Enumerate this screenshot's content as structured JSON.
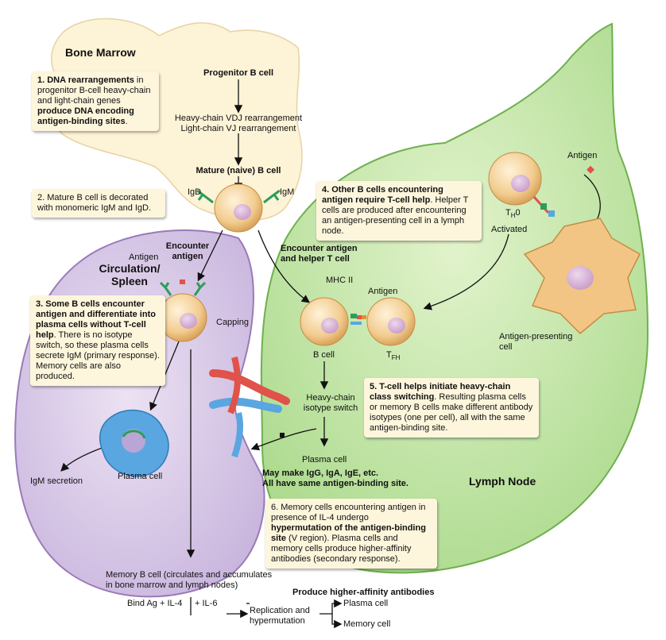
{
  "regions": {
    "bone_marrow": "Bone Marrow",
    "circulation_spleen": "Circulation/\nSpleen",
    "lymph_node": "Lymph Node"
  },
  "labels": {
    "progenitor": "Progenitor B cell",
    "rearrangement_1": "Heavy-chain VDJ rearrangement",
    "rearrangement_2": "Light-chain VJ rearrangement",
    "mature": "Mature (naive) B cell",
    "igd": "IgD",
    "igm": "IgM",
    "encounter_antigen": "Encounter\nantigen",
    "antigen_left": "Antigen",
    "capping": "Capping",
    "encounter_help": "Encounter antigen\nand helper T cell",
    "mhc2": "MHC II",
    "antigen_mid": "Antigen",
    "b_cell": "B cell",
    "tfh": "T",
    "tfh_sub": "FH",
    "th0": "T",
    "th0_sub": "H",
    "th0_tail": "0",
    "activated": "Activated",
    "antigen_right": "Antigen",
    "apc": "Antigen-presenting\ncell",
    "isotype_switch": "Heavy-chain\nisotype switch",
    "plasma_cell": "Plasma cell",
    "may_make": "May make IgG, IgA, IgE, etc.\nAll have same antigen-binding site.",
    "igm_secretion": "IgM secretion",
    "plasma_cell_left": "Plasma cell",
    "memory": "Memory B cell (circulates and accumulates\nin bone marrow and lymph nodes)",
    "produce_higher": "Produce higher-affinity antibodies",
    "bind_ag": "Bind Ag + IL-4",
    "il6": "+ IL-6",
    "replication": "Replication and\nhypermutation",
    "plasma_cell_bottom": "Plasma cell",
    "memory_cell_bottom": "Memory cell"
  },
  "boxes": {
    "b1": {
      "bold1": "1. DNA rearrangements",
      "text1": " in progenitor B-cell heavy-chain and light-chain genes ",
      "bold2": "produce DNA encoding antigen-binding sites",
      "text2": "."
    },
    "b2": {
      "text": "2. Mature B cell is decorated with monomeric IgM and IgD."
    },
    "b3": {
      "bold1": "3. Some B cells encounter antigen and differentiate into plasma cells without T-cell help",
      "text1": ". There is no isotype switch, so these plasma cells secrete IgM (primary response). Memory cells are also produced."
    },
    "b4": {
      "bold1": "4. Other B cells encountering antigen require T-cell help",
      "text1": ". Helper T cells are produced after encountering an antigen-presenting cell in a lymph node."
    },
    "b5": {
      "bold1": "5. T-cell helps initiate heavy-chain class switching",
      "text1": ". Resulting plasma cells or memory B cells make different antibody isotypes (one per cell), all with the same antigen-binding site."
    },
    "b6": {
      "text1": "6. Memory cells encountering antigen in presence of IL-4 undergo ",
      "bold1": "hypermutation of the antigen-binding site",
      "text2": " (V region). Plasma cells and memory cells produce higher-affinity antibodies (secondary response)."
    }
  },
  "colors": {
    "bone_marrow_fill": "#fdf3d6",
    "lymph_node_fill": "#c8e6a8",
    "spleen_fill": "#d9cbe6",
    "cell_fill": "#f6d7a6",
    "nucleus_fill": "#d9b3d6",
    "box_fill": "#fdf6dc",
    "antibody_green": "#2e9c5a",
    "vessel_red": "#e0524a",
    "vessel_blue": "#5aa6e0"
  }
}
